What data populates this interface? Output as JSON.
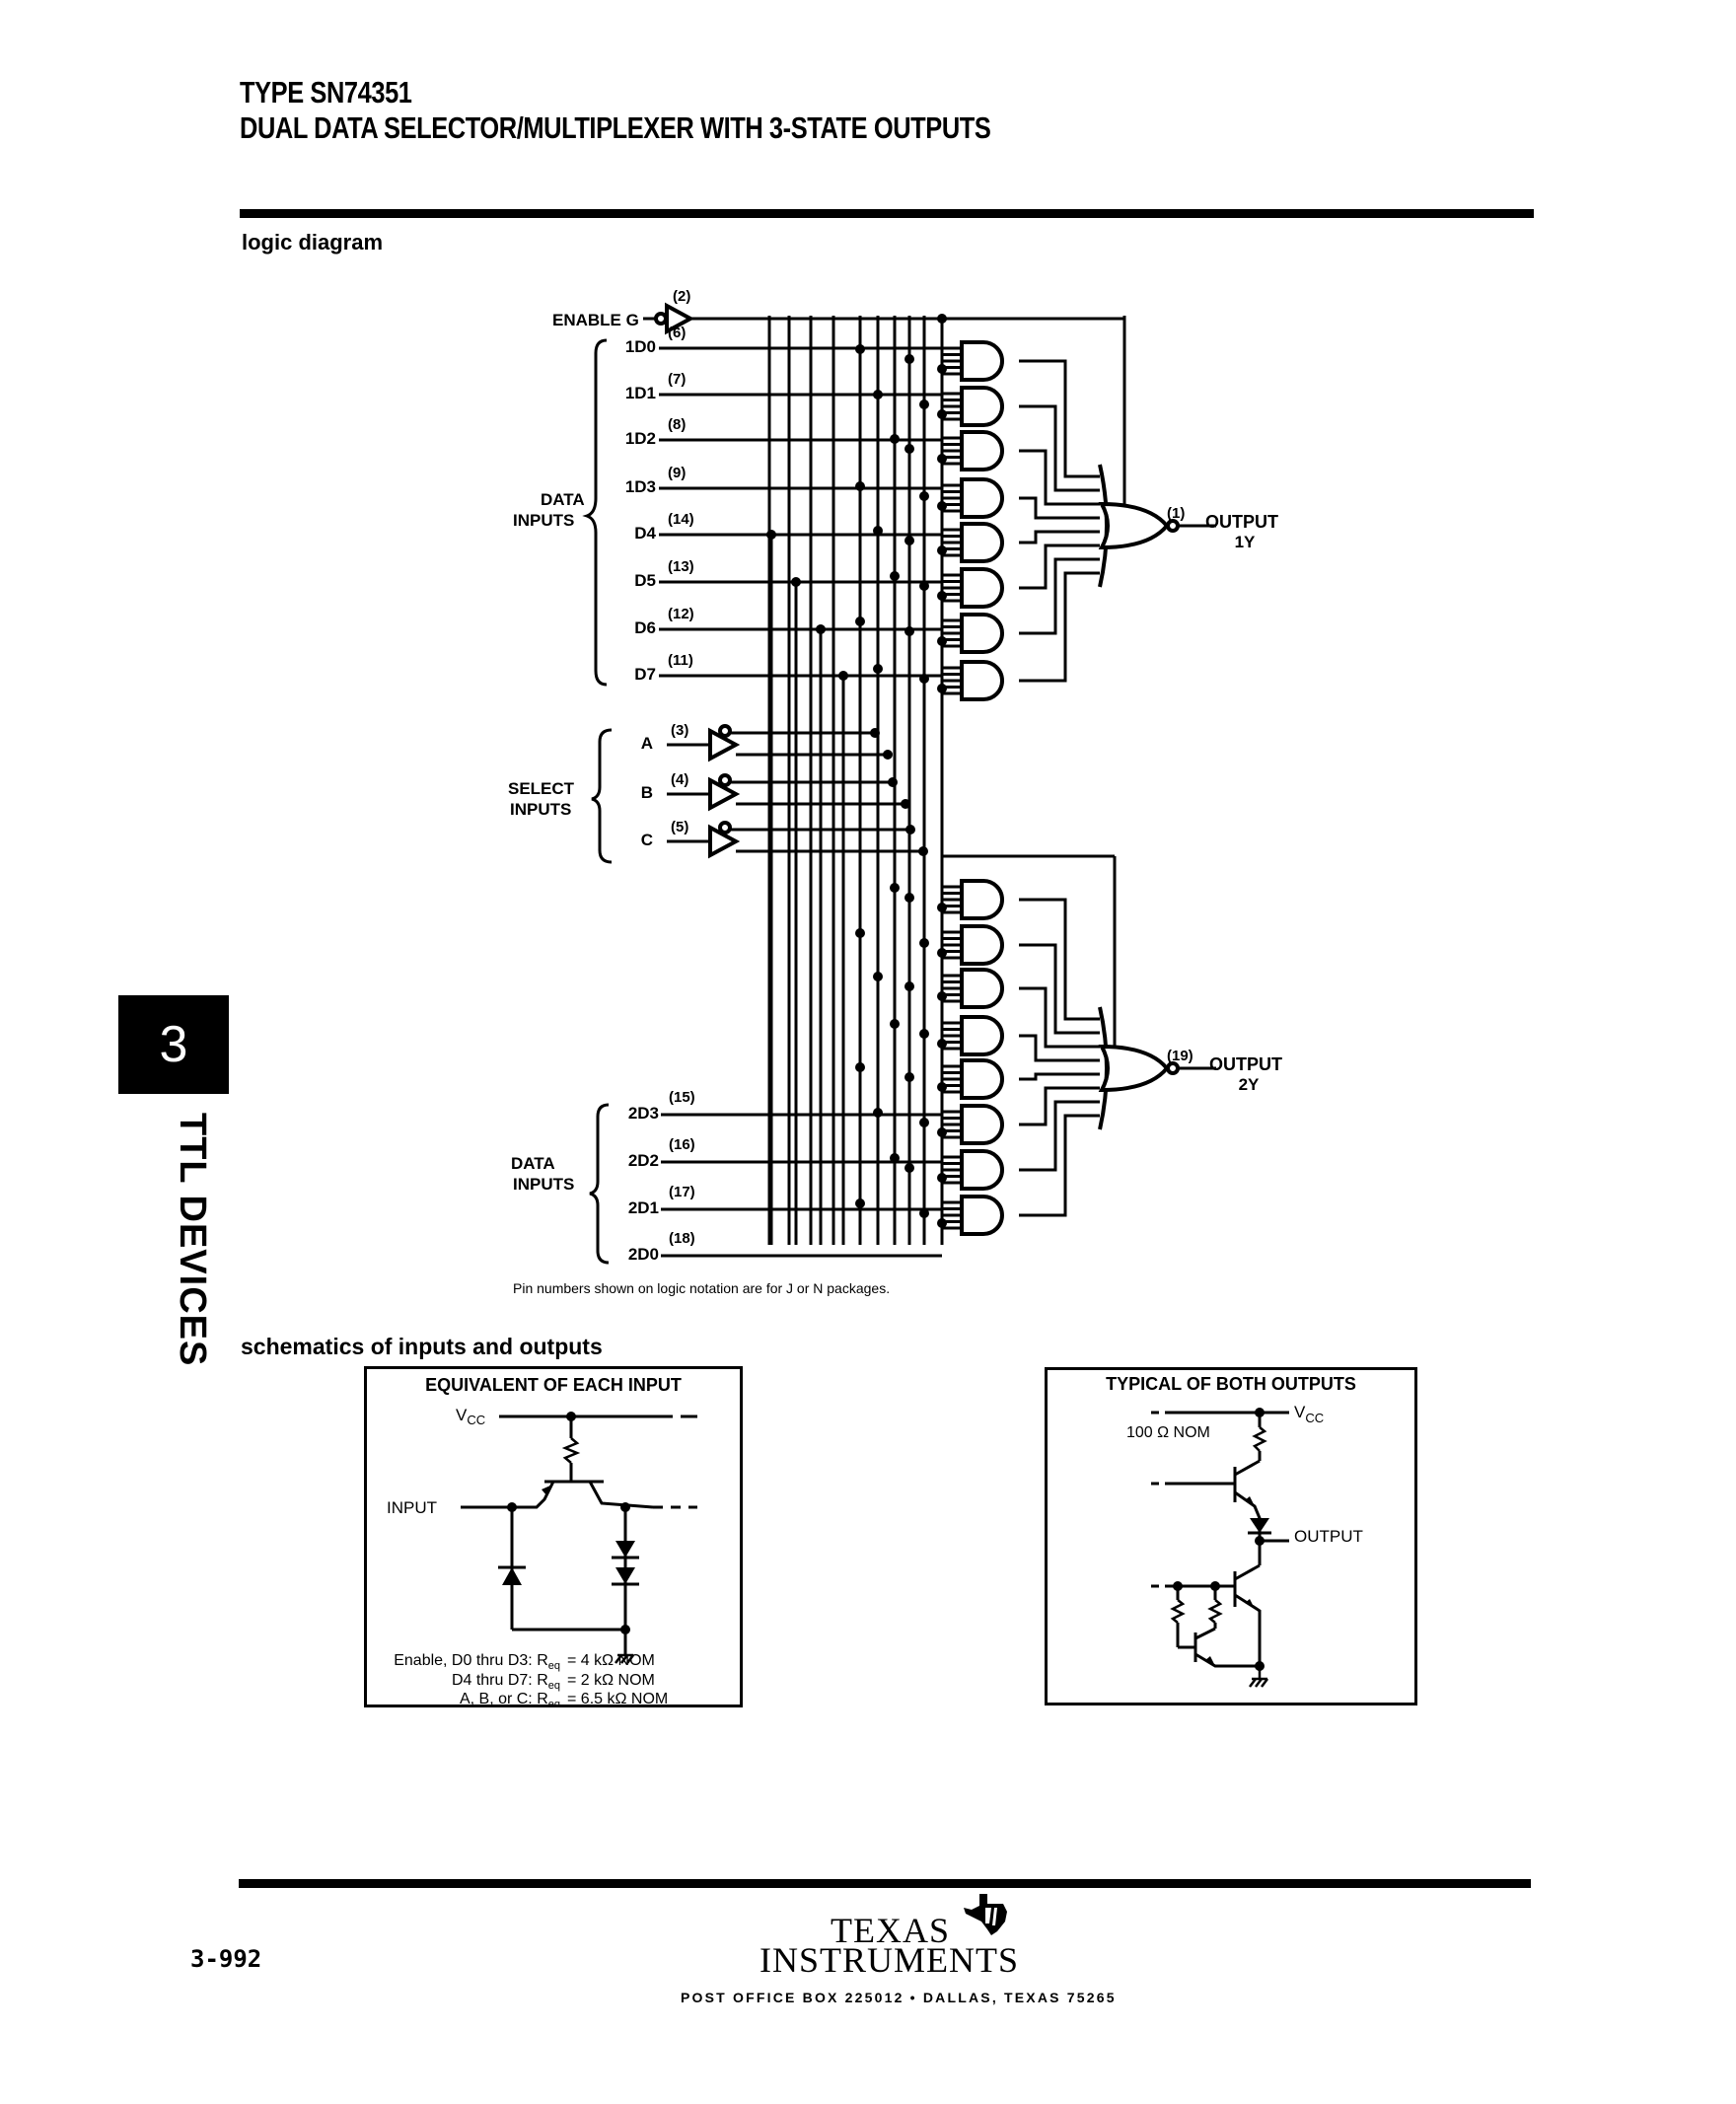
{
  "header": {
    "type_line": "TYPE SN74351",
    "title_line": "DUAL DATA SELECTOR/MULTIPLEXER WITH 3-STATE OUTPUTS"
  },
  "sections": {
    "logic_diagram": "logic diagram",
    "schematics": "schematics of inputs and outputs"
  },
  "side_tab": {
    "number": "3",
    "label": "TTL DEVICES"
  },
  "logic": {
    "enable": {
      "label": "ENABLE G",
      "pin": "(2)"
    },
    "data_group_1_label": [
      "DATA",
      "INPUTS"
    ],
    "data_inputs_1": [
      {
        "name": "1D0",
        "pin": "(6)"
      },
      {
        "name": "1D1",
        "pin": "(7)"
      },
      {
        "name": "1D2",
        "pin": "(8)"
      },
      {
        "name": "1D3",
        "pin": "(9)"
      },
      {
        "name": "D4",
        "pin": "(14)"
      },
      {
        "name": "D5",
        "pin": "(13)"
      },
      {
        "name": "D6",
        "pin": "(12)"
      },
      {
        "name": "D7",
        "pin": "(11)"
      }
    ],
    "select_group_label": [
      "SELECT",
      "INPUTS"
    ],
    "select_inputs": [
      {
        "name": "A",
        "pin": "(3)"
      },
      {
        "name": "B",
        "pin": "(4)"
      },
      {
        "name": "C",
        "pin": "(5)"
      }
    ],
    "data_group_2_label": [
      "DATA",
      "INPUTS"
    ],
    "data_inputs_2": [
      {
        "name": "2D3",
        "pin": "(15)"
      },
      {
        "name": "2D2",
        "pin": "(16)"
      },
      {
        "name": "2D1",
        "pin": "(17)"
      },
      {
        "name": "2D0",
        "pin": "(18)"
      }
    ],
    "outputs": [
      {
        "pin": "(1)",
        "label": "OUTPUT",
        "name": "1Y"
      },
      {
        "pin": "(19)",
        "label": "OUTPUT",
        "name": "2Y"
      }
    ],
    "footnote": "Pin numbers shown on logic notation are for J or N packages."
  },
  "input_schematic": {
    "title": "EQUIVALENT OF EACH INPUT",
    "vcc": "VCC",
    "input_label": "INPUT",
    "notes": [
      {
        "left": "Enable, D0 thru D3: R",
        "sub": "eq",
        "right": "= 4 kΩ NOM"
      },
      {
        "left": "D4 thru D7: R",
        "sub": "eq",
        "right": "= 2 kΩ NOM"
      },
      {
        "left": "A, B, or C: R",
        "sub": "eq",
        "right": "= 6.5 kΩ NOM"
      }
    ]
  },
  "output_schematic": {
    "title": "TYPICAL OF BOTH OUTPUTS",
    "vcc": "VCC",
    "resistor": "100 Ω NOM",
    "output_label": "OUTPUT"
  },
  "footer": {
    "page_number": "3-992",
    "company_line1": "TEXAS",
    "company_line2": "INSTRUMENTS",
    "address": "POST OFFICE BOX 225012 • DALLAS, TEXAS 75265"
  }
}
